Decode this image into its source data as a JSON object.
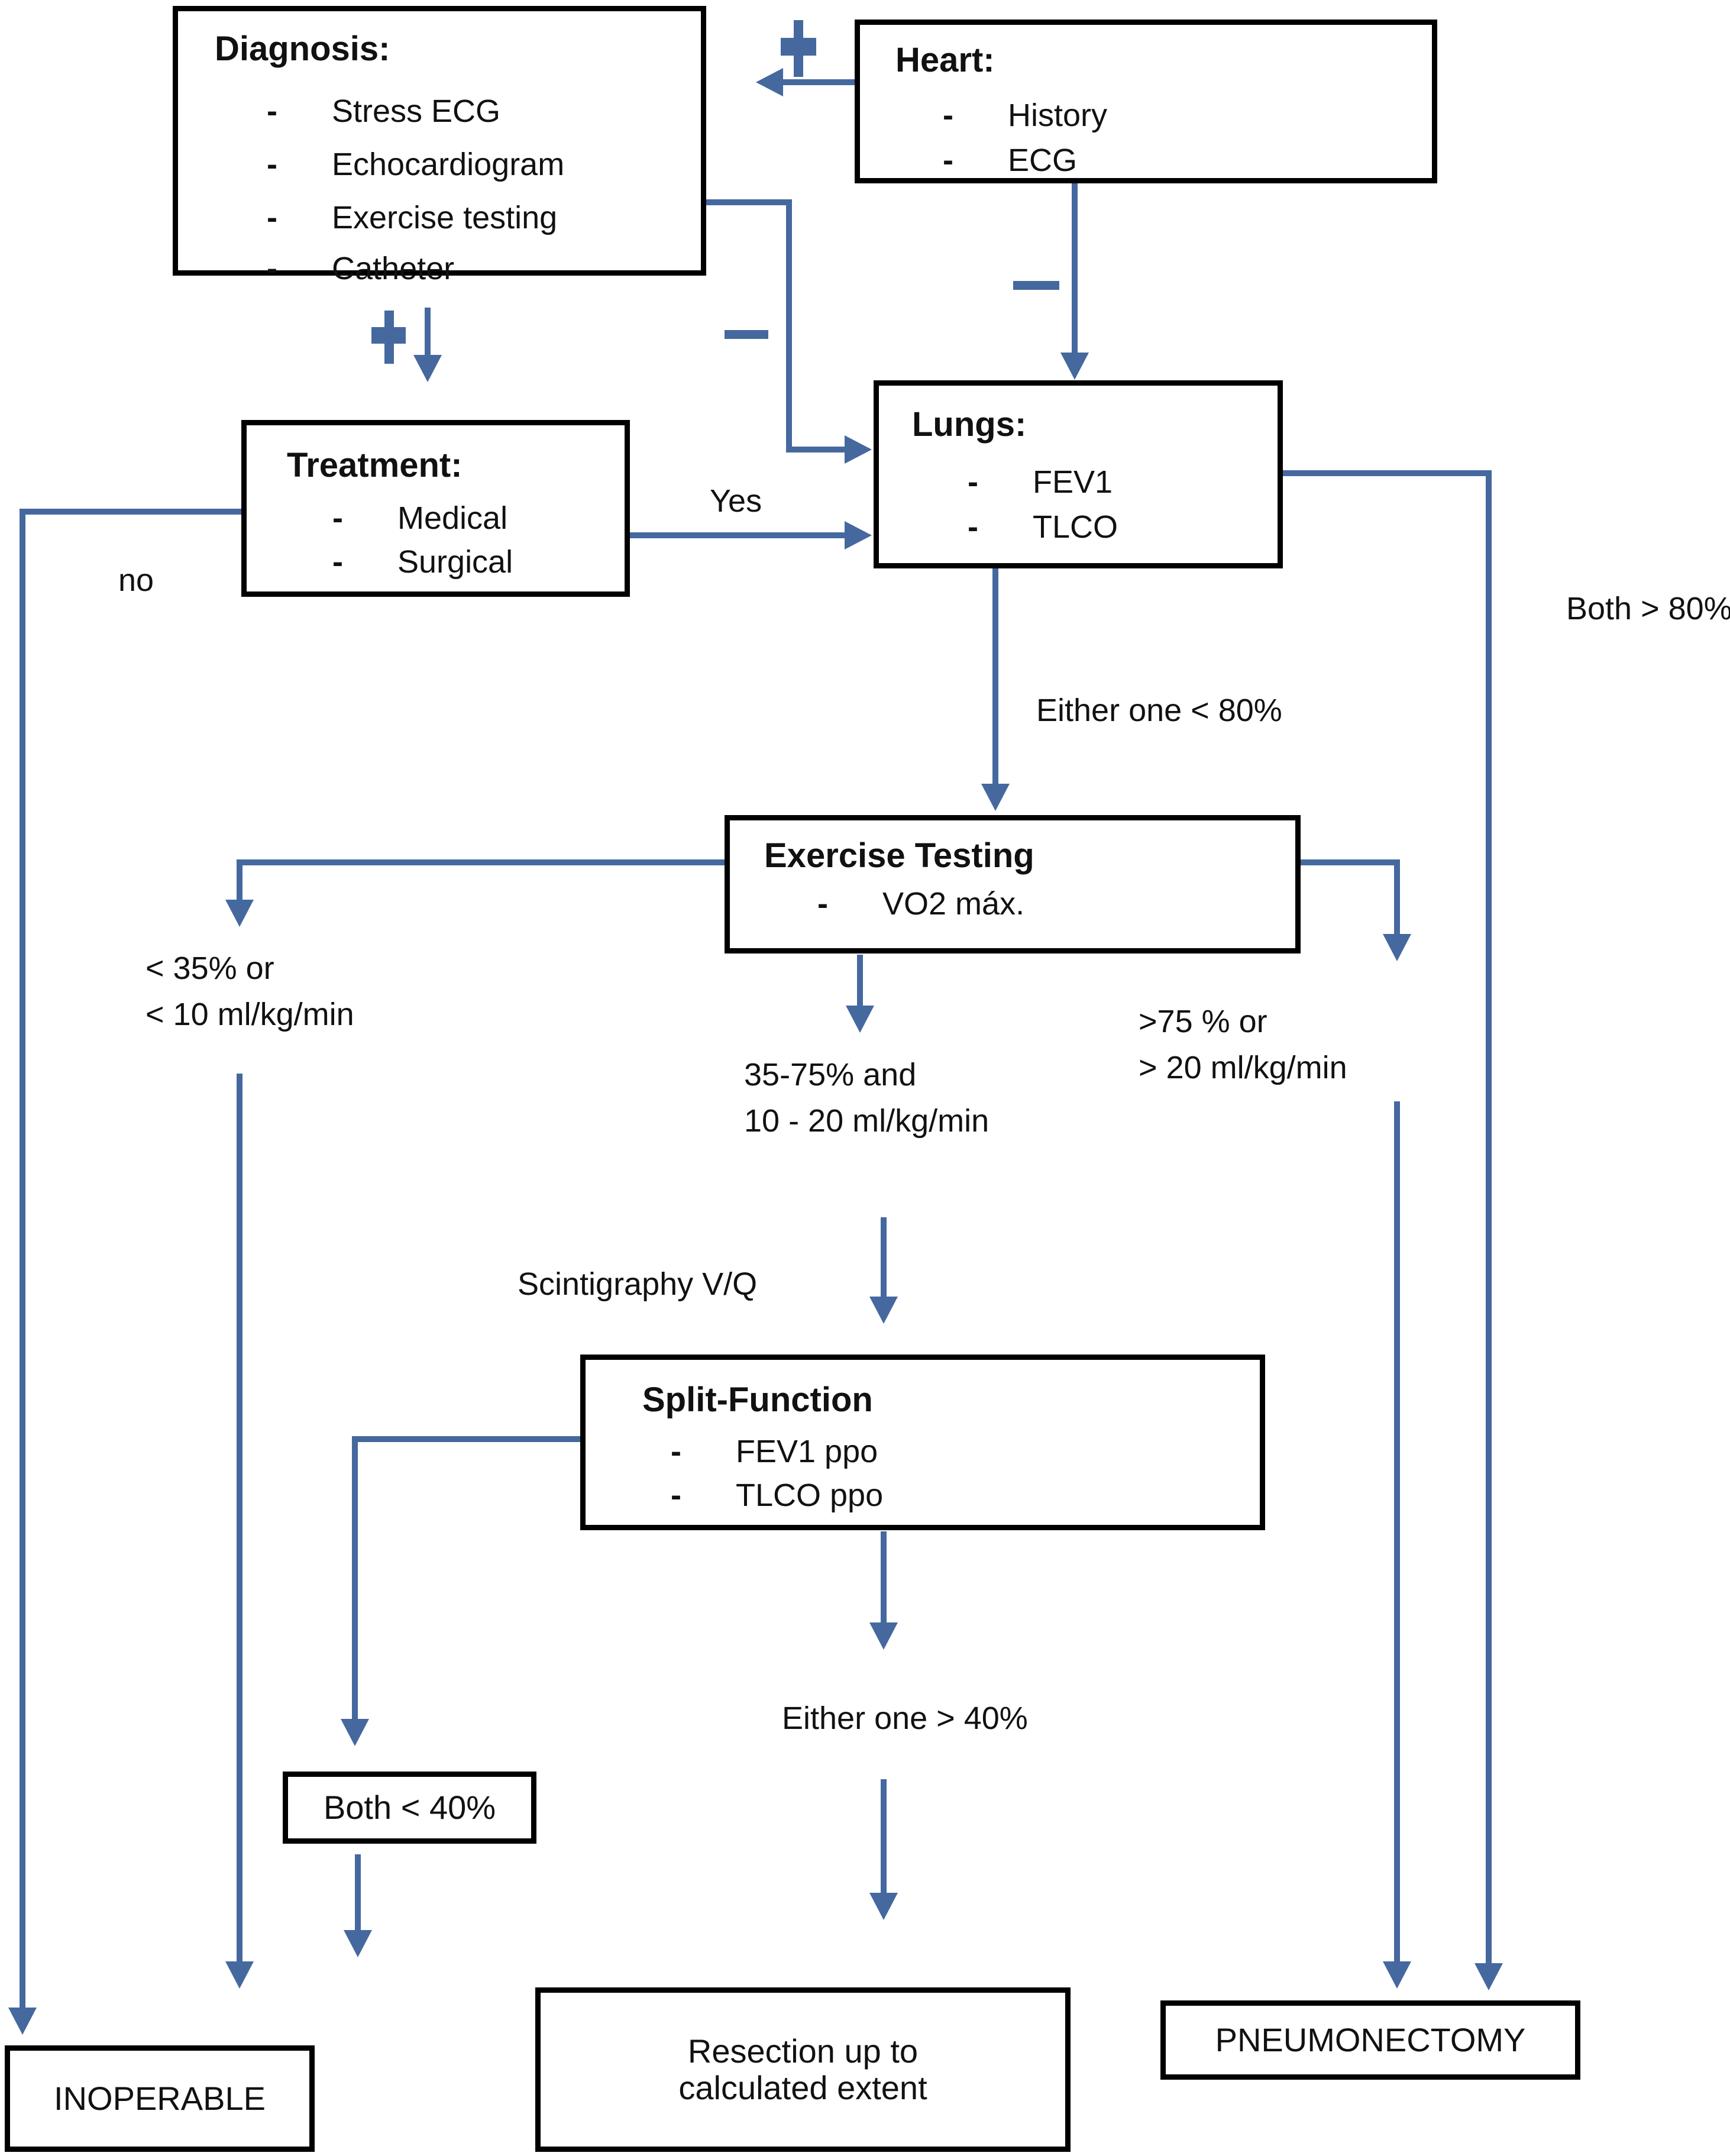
{
  "colors": {
    "line": "#45689f",
    "border": "#000000",
    "text": "#111111",
    "background": "#ffffff"
  },
  "bullet": "-",
  "nodes": {
    "diagnosis": {
      "title": "Diagnosis:",
      "items": [
        "Stress ECG",
        "Echocardiogram",
        "Exercise testing",
        "Catheter"
      ]
    },
    "heart": {
      "title": "Heart:",
      "items": [
        "History",
        "ECG"
      ]
    },
    "treatment": {
      "title": "Treatment:",
      "items": [
        "Medical",
        "Surgical"
      ]
    },
    "lungs": {
      "title": "Lungs:",
      "items": [
        "FEV1",
        "TLCO"
      ]
    },
    "exercise_testing": {
      "title": "Exercise Testing",
      "items": [
        "VO2 máx."
      ]
    },
    "split_function": {
      "title": "Split-Function",
      "items": [
        "FEV1 ppo",
        "TLCO ppo"
      ]
    },
    "both_lt_40": {
      "title": "Both < 40%"
    },
    "inoperable": {
      "title": "INOPERABLE"
    },
    "resection": {
      "line1": "Resection up to",
      "line2": "calculated extent"
    },
    "pneumonectomy": {
      "title": "PNEUMONECTOMY"
    }
  },
  "edge_labels": {
    "yes": "Yes",
    "no": "no",
    "either_lt_80": "Either one < 80%",
    "both_gt_80": "Both > 80%",
    "lt_35_line1": "< 35% or",
    "lt_35_line2": "< 10 ml/kg/min",
    "mid_line1": "35-75% and",
    "mid_line2": "10 - 20 ml/kg/min",
    "gt_75_line1": ">75 % or",
    "gt_75_line2": "> 20 ml/kg/min",
    "scintigraphy": "Scintigraphy V/Q",
    "either_gt_40": "Either one > 40%",
    "plus_symbol": "+",
    "minus_symbol": "−"
  }
}
